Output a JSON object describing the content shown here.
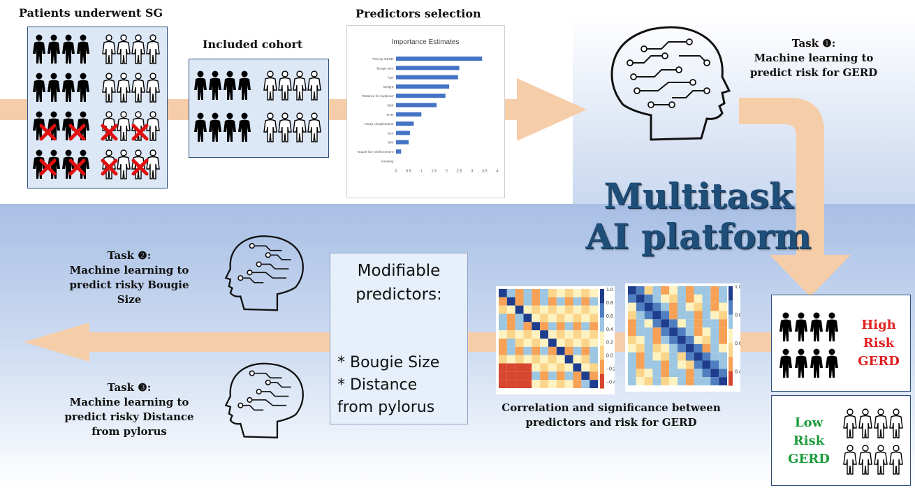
{
  "titles": {
    "patients": "Patients underwent SG",
    "cohort": "Included cohort",
    "predictors": "Predictors selection"
  },
  "task1": {
    "line1": "Task ❶:",
    "line2": "Machine learning to",
    "line3": "predict risk for GERD"
  },
  "task2": {
    "line1": "Task ❷:",
    "line2": "Machine learning to",
    "line3": "predict risky Bougie",
    "line4": "Size"
  },
  "task3": {
    "line1": "Task ❸:",
    "line2": "Machine learning to",
    "line3": "predict risky Distance",
    "line4": "from pylorus"
  },
  "platform": {
    "line1": "Multitask",
    "line2": "AI platform"
  },
  "modifiable": {
    "title1": "Modifiable",
    "title2": "predictors:",
    "item1": "* Bougie Size",
    "item2": "* Distance",
    "item3": "from pylorus"
  },
  "correlation_caption": {
    "line1": "Correlation and significance between",
    "line2": "predictors and risk for GERD"
  },
  "high_risk": {
    "line1": "High",
    "line2": "Risk",
    "line3": "GERD"
  },
  "low_risk": {
    "line1": "Low",
    "line2": "Risk",
    "line3": "GERD"
  },
  "colors": {
    "arrow": "#f6cda9",
    "blue_band": "#a9c1e6",
    "high": "#e02020",
    "low": "#1a9b3a",
    "bar": "#4472c4",
    "title_blue": "#1f4e79"
  },
  "icons": [
    "person-icon",
    "brain-icon",
    "x-mark-icon"
  ],
  "heatmap_scales": {
    "left": [
      "1.0",
      "0.8",
      "0.6",
      "0.4",
      "0.2",
      "0.0",
      "−0.2",
      "−0.4"
    ],
    "right": [
      "1.0",
      "0.8",
      "0.6",
      "0.4"
    ]
  },
  "chart_data": {
    "type": "bar",
    "orientation": "horizontal",
    "title": "Importance Estimates",
    "categories": [
      "Precop GERD",
      "Bougie size",
      "Age",
      "Weight",
      "Distance for myplorus",
      "BMI",
      "HTN",
      "Intrap complications",
      "Sex",
      "DM",
      "Staple line reinforcement",
      "smoking"
    ],
    "values": [
      3.4,
      2.5,
      2.45,
      2.1,
      1.95,
      1.6,
      1.0,
      0.7,
      0.55,
      0.5,
      0.2,
      0.0
    ],
    "xticks": [
      "0",
      "0.5",
      "1",
      "1.5",
      "2",
      "2.5",
      "3",
      "3.5",
      "4"
    ],
    "xlim": [
      0,
      4
    ]
  }
}
